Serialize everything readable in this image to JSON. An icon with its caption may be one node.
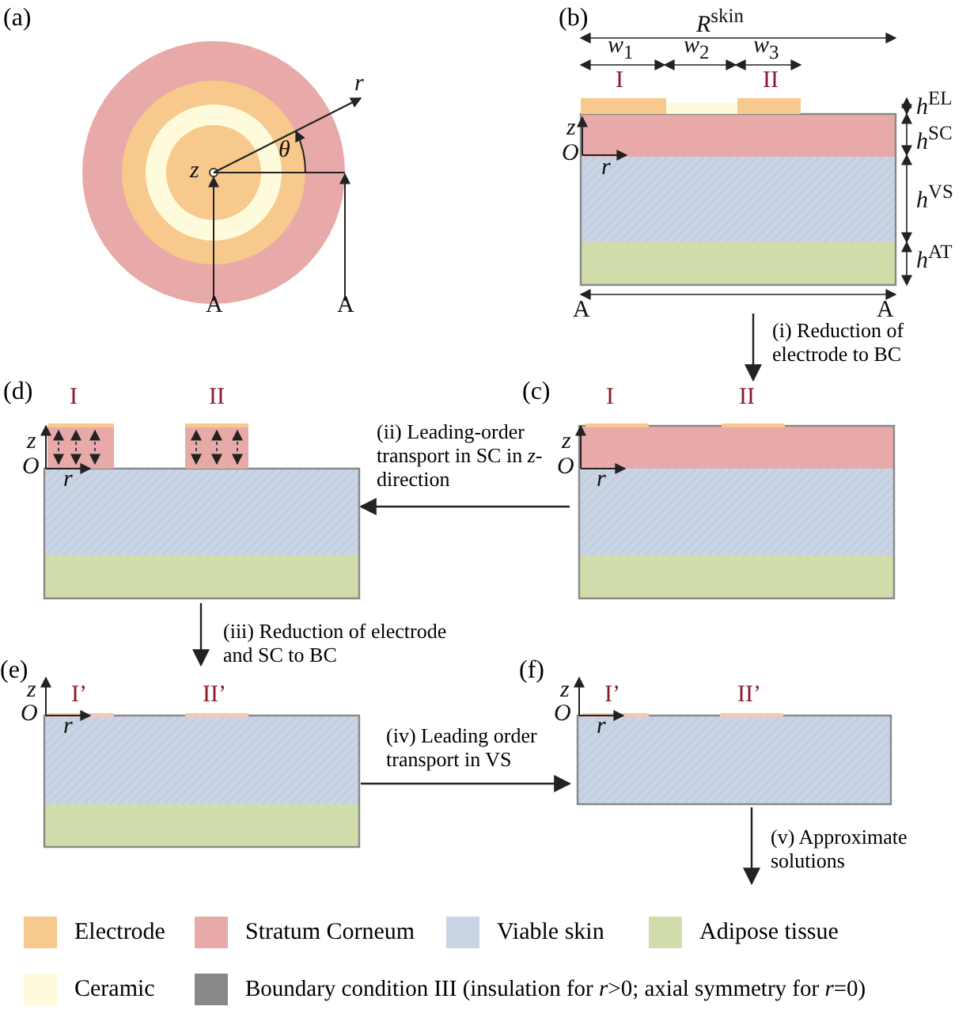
{
  "diagram": {
    "nodes": [
      {
        "text": [
          "(a)"
        ]
      },
      {
        "text": [
          "(b)"
        ]
      },
      {
        "text": [
          "(c)"
        ]
      },
      {
        "text": [
          "(d)"
        ]
      },
      {
        "text": [
          "(e)"
        ]
      },
      {
        "text": [
          "(f)"
        ]
      }
    ],
    "edges": [
      {
        "from": 1,
        "to": 2,
        "arrow": "to",
        "label": "(i) Reduction of electrode to BC"
      },
      {
        "from": 2,
        "to": 3,
        "arrow": "to",
        "label": "(ii) Leading-order transport in SC in *z*-direction"
      },
      {
        "from": 3,
        "to": 4,
        "arrow": "to",
        "label": "(iii) Reduction of electrode and SC to BC"
      },
      {
        "from": 4,
        "to": 5,
        "arrow": "to",
        "label": "(iv) Leading order transport in VS"
      },
      {
        "from": 5,
        "to": null,
        "arrow": "to",
        "label": "(v) Approximate solutions"
      }
    ],
    "labels": [
      "r",
      "θ",
      "z",
      "A",
      "A",
      "*R*$^{skin}$",
      "*w*$_{1}$",
      "*w*$_{2}$",
      "*w*$_{3}$",
      "I",
      "II",
      "*h*$^{EL}$",
      "*h*$^{SC}$",
      "z",
      "O",
      "r",
      "*h*$^{VS}$",
      "*h*$^{AT}$",
      "A",
      "A",
      "I",
      "II",
      "z",
      "O",
      "r",
      "I",
      "II",
      "z",
      "O",
      "r",
      "z",
      "I’",
      "II’",
      "O",
      "r",
      "z",
      "I’",
      "II’",
      "O",
      "r"
    ],
    "legend": [
      {
        "text": "Electrode",
        "color": "#f8c98c"
      },
      {
        "text": "Stratum Corneum",
        "color": "#e8aaa8"
      },
      {
        "text": "Viable skin",
        "color": "#c9d5e5"
      },
      {
        "text": "Adipose tissue",
        "color": "#d0dcaa"
      },
      {
        "text": "Ceramic",
        "color": "#fdfbdc"
      },
      {
        "text": "Boundary condition III (insulation for *r*>0; axial symmetry for *r*=0)",
        "color": "#888888"
      }
    ]
  }
}
